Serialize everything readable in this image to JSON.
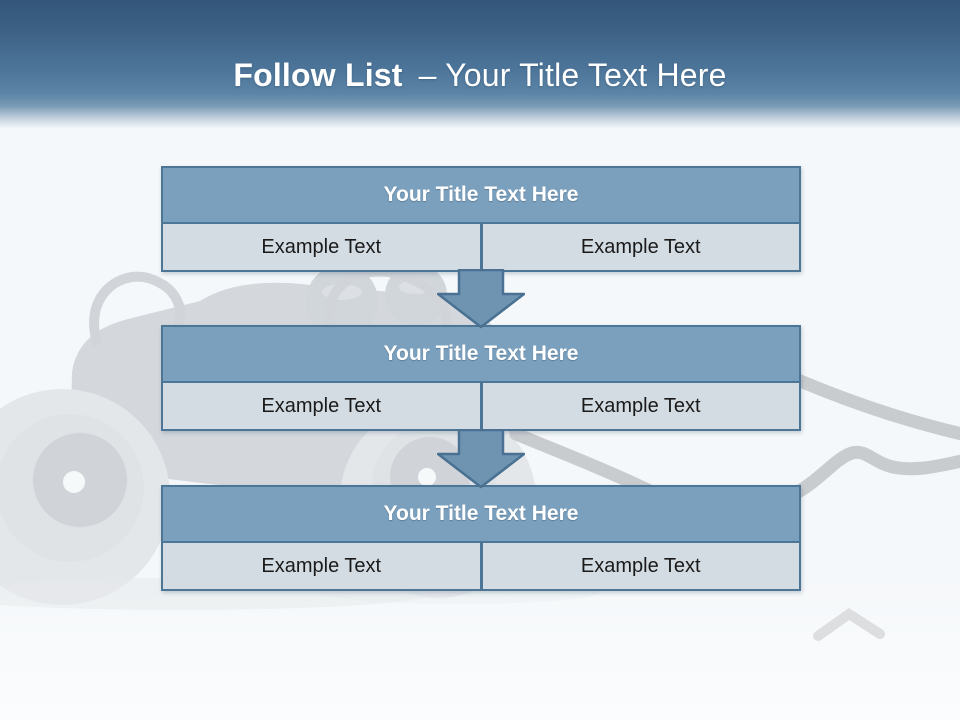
{
  "title": {
    "bold": "Follow List",
    "rest": "– Your Title Text Here"
  },
  "boxes": [
    {
      "header": "Your Title Text Here",
      "cells": [
        "Example Text",
        "Example Text"
      ]
    },
    {
      "header": "Your Title Text Here",
      "cells": [
        "Example Text",
        "Example Text"
      ]
    },
    {
      "header": "Your Title Text Here",
      "cells": [
        "Example Text",
        "Example Text"
      ]
    }
  ],
  "icons": {
    "down_arrow": "block-arrow-down",
    "watermark": "faded-binoculars-photo"
  },
  "colors": {
    "titlebar_top": "#33567a",
    "titlebar_bottom": "#5b84a6",
    "slide_background": "#f5f8fa",
    "box_header_fill": "#7ba0bd",
    "box_border": "#4d7596",
    "cell_fill": "#d4dce3",
    "cell_text": "#1a1a1a",
    "arrow_fill": "#6f94b2",
    "arrow_border": "#4a7191",
    "strap_gray": "#c9cccf",
    "title_text": "#ffffff"
  }
}
